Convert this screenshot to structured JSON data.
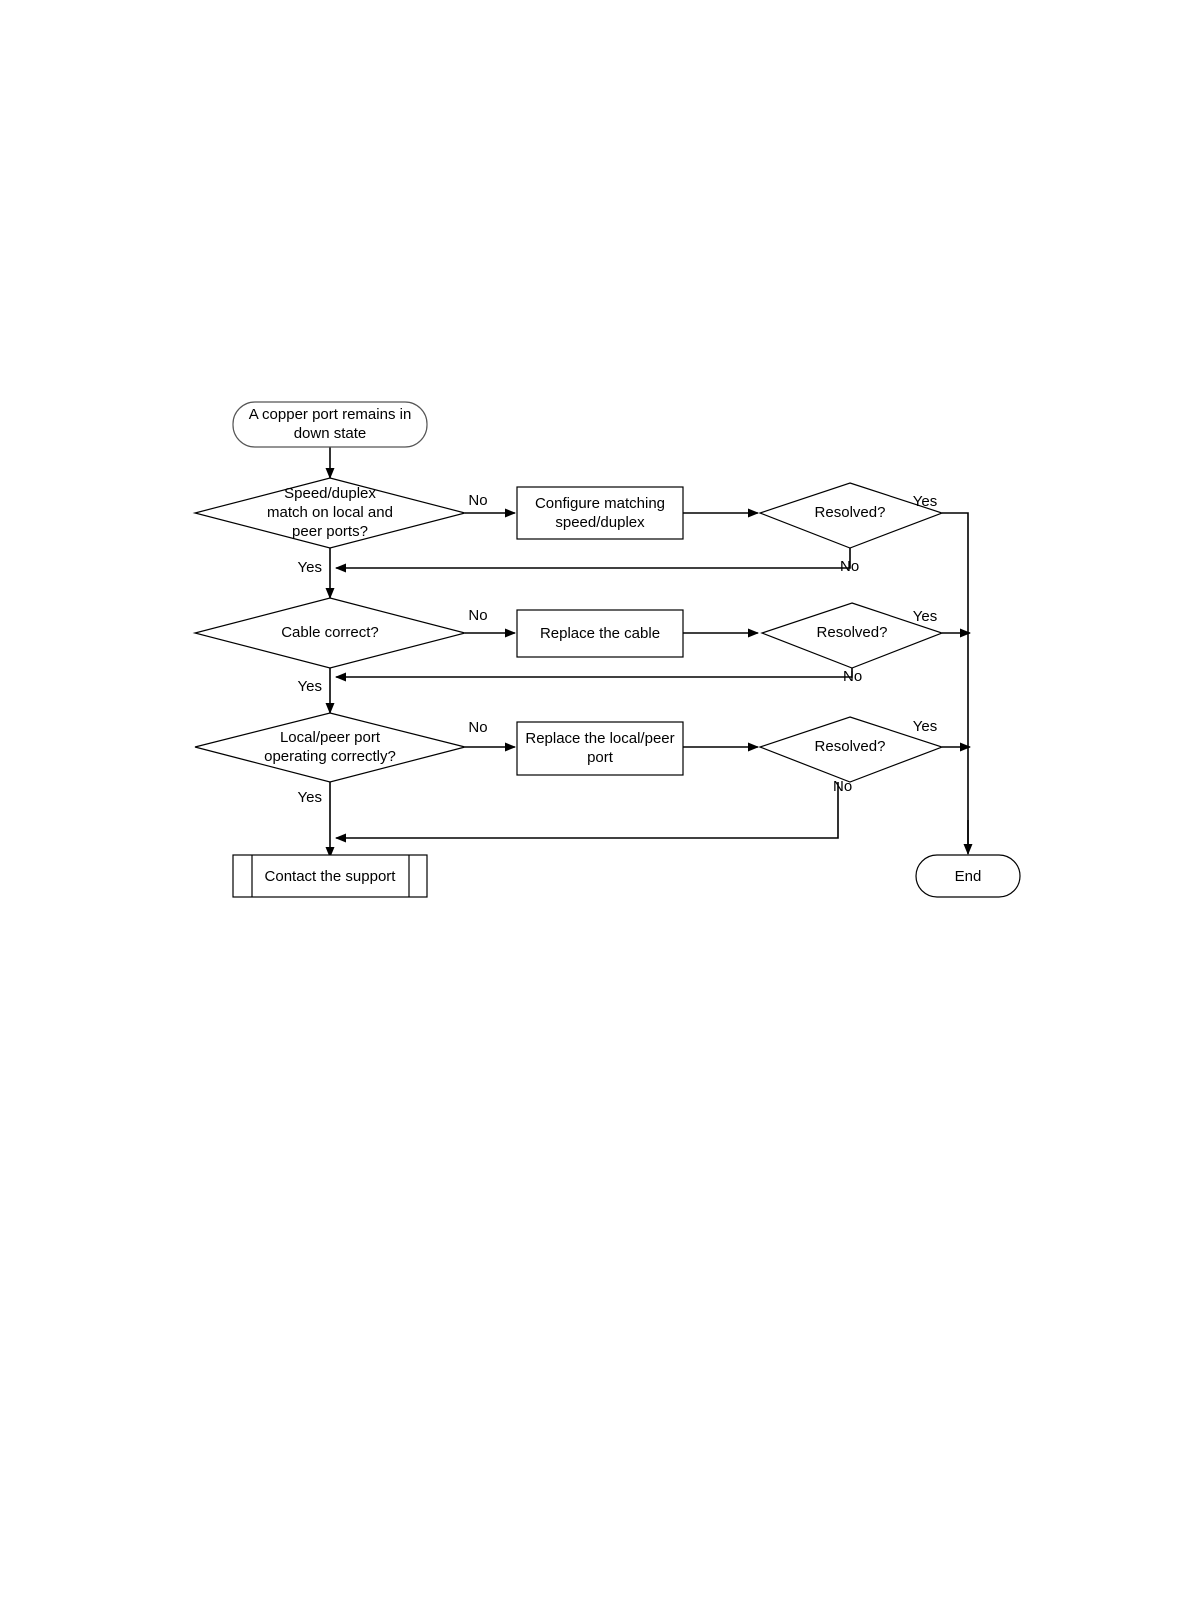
{
  "diagram": {
    "type": "flowchart",
    "title": "A copper port remains in down state troubleshooting flowchart",
    "colors": {
      "line": "#000000",
      "terminator_stroke": "#555555",
      "fill": "#ffffff",
      "text": "#000000"
    },
    "nodes": {
      "start": {
        "shape": "terminator",
        "label_line1": "A copper port remains in",
        "label_line2": "down state"
      },
      "decision1": {
        "shape": "decision",
        "label_line1": "Speed/duplex",
        "label_line2": "match on local and",
        "label_line3": "peer ports?"
      },
      "action1": {
        "shape": "process",
        "label_line1": "Configure matching",
        "label_line2": "speed/duplex"
      },
      "resolved1": {
        "shape": "decision",
        "label": "Resolved?"
      },
      "decision2": {
        "shape": "decision",
        "label": "Cable correct?"
      },
      "action2": {
        "shape": "process",
        "label": "Replace the cable"
      },
      "resolved2": {
        "shape": "decision",
        "label": "Resolved?"
      },
      "decision3": {
        "shape": "decision",
        "label_line1": "Local/peer port",
        "label_line2": "operating correctly?"
      },
      "action3": {
        "shape": "process",
        "label_line1": "Replace the local/peer",
        "label_line2": "port"
      },
      "resolved3": {
        "shape": "decision",
        "label": "Resolved?"
      },
      "support": {
        "shape": "predefined-process",
        "label": "Contact the support"
      },
      "end": {
        "shape": "terminator",
        "label": "End"
      }
    },
    "edge_labels": {
      "d1_no": "No",
      "d1_yes": "Yes",
      "r1_yes": "Yes",
      "r1_no": "No",
      "d2_no": "No",
      "d2_yes": "Yes",
      "r2_yes": "Yes",
      "r2_no": "No",
      "d3_no": "No",
      "d3_yes": "Yes",
      "r3_yes": "Yes",
      "r3_no": "No"
    }
  }
}
